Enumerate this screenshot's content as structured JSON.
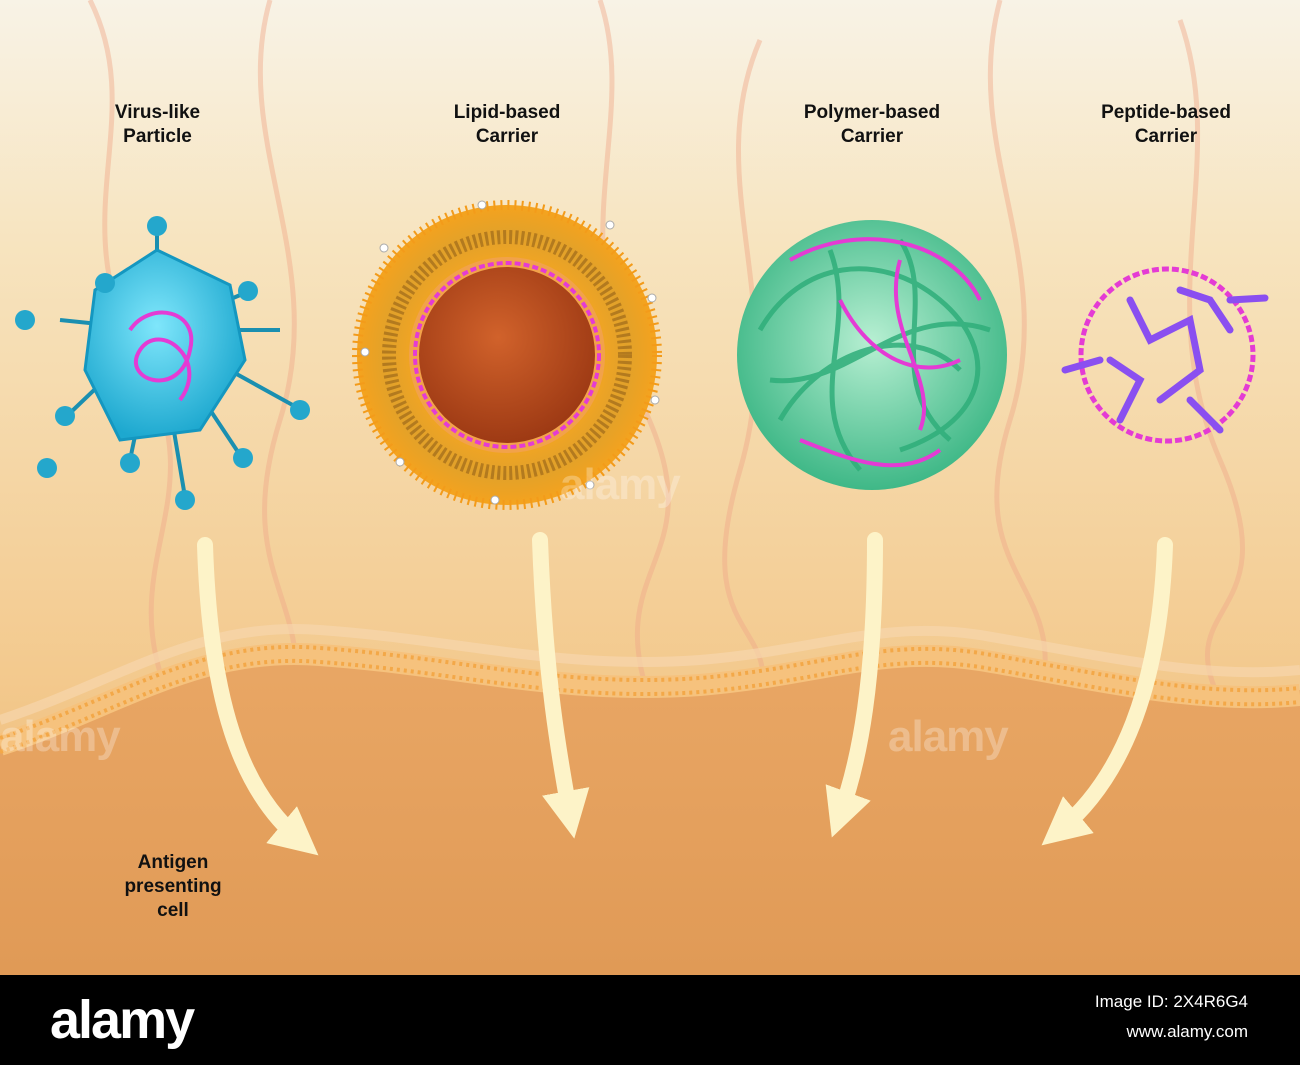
{
  "carriers": [
    {
      "label_lines": [
        "Virus-like",
        "Particle"
      ]
    },
    {
      "label_lines": [
        "Lipid-based",
        "Carrier"
      ]
    },
    {
      "label_lines": [
        "Polymer-based",
        "Carrier"
      ]
    },
    {
      "label_lines": [
        "Peptide-based",
        "Carrier"
      ]
    }
  ],
  "cell": {
    "label_lines": [
      "Antigen",
      "presenting",
      "cell"
    ]
  },
  "watermark": {
    "text": "alamy"
  },
  "footer": {
    "logo": "alamy",
    "image_id_label": "Image ID: 2X4R6G4",
    "site": "www.alamy.com"
  },
  "colors": {
    "background": "#f6ddb0",
    "cell": "#e7a45c",
    "membrane": "#f3b86a",
    "arrow": "#fdf3c8",
    "virus": "#2ab6d8",
    "lipid_core": "#b8471b",
    "rna": "#e43bd4",
    "polymer": "#5fd3a0",
    "peptide": "#8a4ff0"
  }
}
